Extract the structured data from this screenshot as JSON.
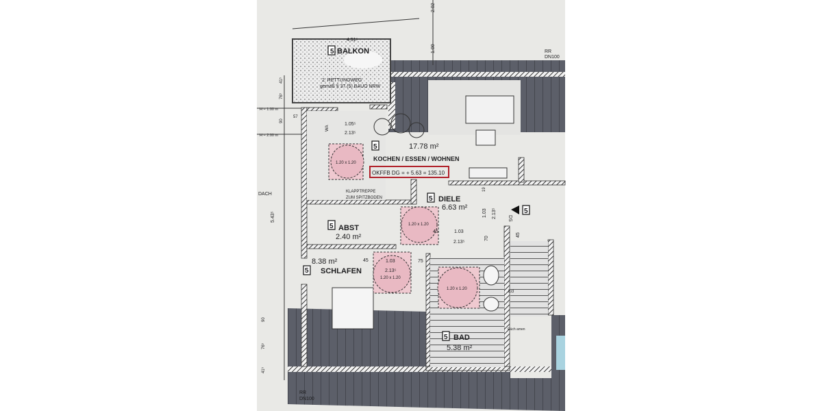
{
  "colors": {
    "paper": "#e9e9e6",
    "roof": "#5c5f69",
    "wall": "#3a3a3a",
    "turning_circle": "#efc9d0",
    "highlight_box": "#b0202a",
    "window_blue": "#a9d3e0"
  },
  "dimensions": {
    "balcony_width": "4.51⁵",
    "top_vert_1": "2.02",
    "top_vert_2": "1.00",
    "h1": "H = 1.00 m",
    "h2": "H = 2.00 m",
    "left_roof": "DACH",
    "left_vert": "5.43⁵",
    "left_41": "41⁵",
    "left_76": "76⁵",
    "left_90": "90",
    "left_57": "57",
    "left_41b": "41⁵",
    "left_76b": "76⁵",
    "left_90b": "90",
    "door_balcony_w": "1.05⁵",
    "door_balcony_h": "2.13⁵",
    "diele_door_w": "1.03",
    "diele_door_h": "2.13⁵",
    "diele_19": "19",
    "abst_45": "45",
    "abst_door_w": "1.03",
    "abst_door_h": "2.13⁵",
    "abst_70": "70",
    "stair_45": "45",
    "schlafen_45": "45",
    "schlafen_door_w": "1.03",
    "schlafen_door_h": "2.13⁵",
    "schlafen_75": "75"
  },
  "rooms": {
    "balkon": {
      "number": "5",
      "name": "BALKON",
      "note_1": "2. RETTUNGWEG",
      "note_2": "gemäß § 37 (5) BAUO NRW"
    },
    "kochen": {
      "number": "5",
      "area": "17.78 m²",
      "name": "KOCHEN / ESSEN / WOHNEN",
      "level": "OKFFB DG = + 5.63 = 135.10"
    },
    "diele": {
      "number": "5",
      "name": "DIELE",
      "area": "6.63 m²"
    },
    "abst": {
      "number": "5",
      "name": "ABST",
      "area": "2.40 m²"
    },
    "schlafen": {
      "number": "5",
      "name": "SCHLAFEN",
      "area": "8.38 m²"
    },
    "bad": {
      "number": "5",
      "name": "BAD",
      "area": "5.38 m²"
    }
  },
  "labels": {
    "klapptreppe_1": "KLAPPTREPPE",
    "klapptreppe_2": "ZUM SPITZBODEN",
    "wa": "WA",
    "ds": "DS",
    "ds_number": "5",
    "turning_circle": "1.20 x 1.20",
    "rr_top_1": "RR",
    "rr_top_2": "DN100",
    "rr_bottom_1": "RR",
    "rr_bottom_2": "DN100",
    "ecl": "Ecl",
    "bad_note": "Rüch amen"
  }
}
